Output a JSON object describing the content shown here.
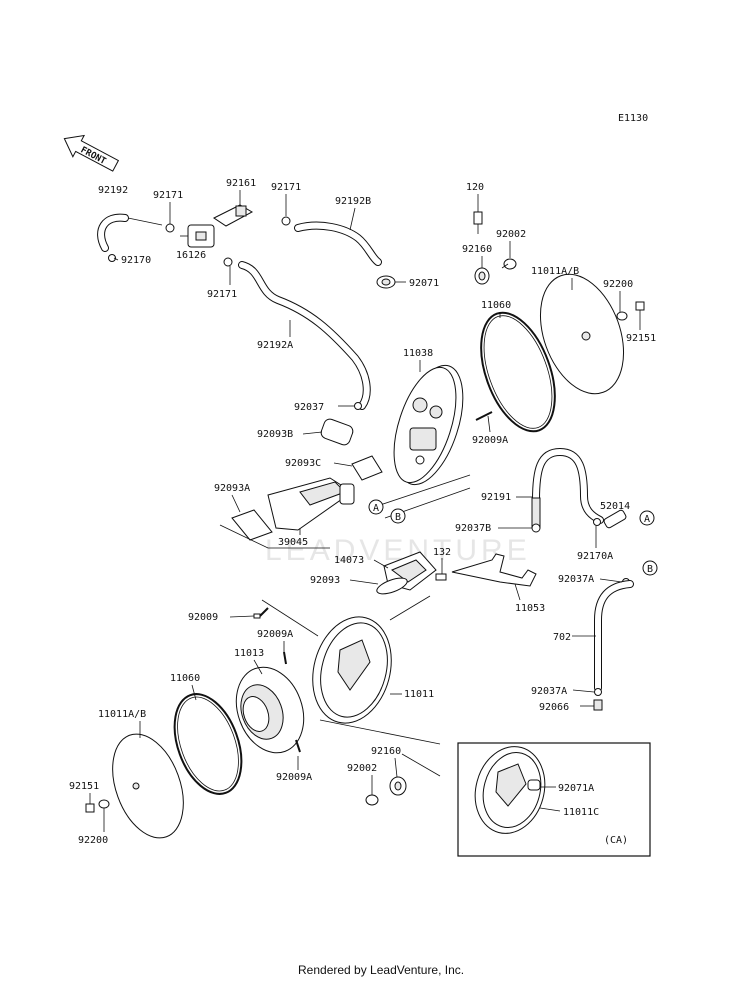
{
  "diagram": {
    "code": "E1130",
    "front_label": "FRONT",
    "watermark": "LEADVENTURE",
    "footer": "Rendered by LeadVenture, Inc.",
    "ca_label": "(CA)",
    "markers": {
      "a": "A",
      "b": "B"
    },
    "labels": {
      "p92192": "92192",
      "p92171a": "92171",
      "p92161": "92161",
      "p92171b": "92171",
      "p92192b": "92192B",
      "p120": "120",
      "p92170": "92170",
      "p16126": "16126",
      "p92171c": "92171",
      "p92002a": "92002",
      "p92160a": "92160",
      "p92071": "92071",
      "p11011ab_a": "11011A/B",
      "p92200a": "92200",
      "p92151a": "92151",
      "p11060a": "11060",
      "p92192a": "92192A",
      "p11038": "11038",
      "p92037": "92037",
      "p92093b": "92093B",
      "p92009a_a": "92009A",
      "p92093c": "92093C",
      "p92191": "92191",
      "p92093a": "92093A",
      "p52014": "52014",
      "p92037b": "92037B",
      "p39045": "39045",
      "p92170a": "92170A",
      "p14073": "14073",
      "p132": "132",
      "p92093": "92093",
      "p92037a_a": "92037A",
      "p11053": "11053",
      "p92009": "92009",
      "p92009a_b": "92009A",
      "p702": "702",
      "p11013": "11013",
      "p11060b": "11060",
      "p11011": "11011",
      "p92037a_b": "92037A",
      "p92066": "92066",
      "p11011ab_b": "11011A/B",
      "p92160b": "92160",
      "p92002b": "92002",
      "p92009a_c": "92009A",
      "p92071a": "92071A",
      "p92151b": "92151",
      "p11011c": "11011C",
      "p92200b": "92200"
    }
  }
}
